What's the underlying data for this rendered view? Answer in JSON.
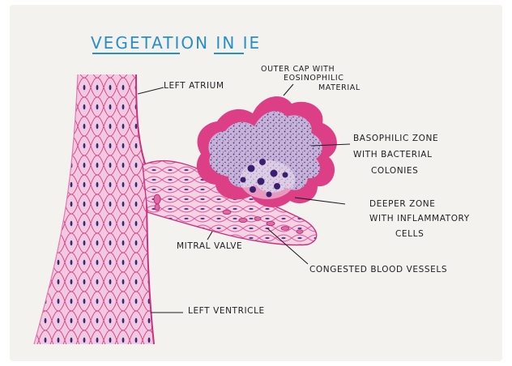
{
  "title": "VEGETATION IN IE",
  "labels": {
    "left_atrium": "LEFT ATRIUM",
    "outer_cap_line1": "OUTER CAP WITH",
    "outer_cap_line2": "EOSINOPHILIC",
    "outer_cap_line3": "MATERIAL",
    "basophilic_line1": "BASOPHILIC ZONE",
    "basophilic_line2": "WITH BACTERIAL",
    "basophilic_line3": "COLONIES",
    "deeper_line1": "DEEPER ZONE",
    "deeper_line2": "WITH INFLAMMATORY",
    "deeper_line3": "CELLS",
    "mitral_valve": "MITRAL VALVE",
    "congested_vessels": "CONGESTED BLOOD VESSELS",
    "left_ventricle": "LEFT VENTRICLE"
  },
  "colors": {
    "paper": "#f3f2ee",
    "title_ink": "#2a8fc6",
    "tissue_fill": "#f2c9de",
    "cell_outline": "#d8428f",
    "nucleus": "#2d2a7a",
    "eosinophilic_cap": "#dd3f86",
    "basophilic_zone": "#c7b3d8",
    "label_ink": "#1e1e22"
  }
}
